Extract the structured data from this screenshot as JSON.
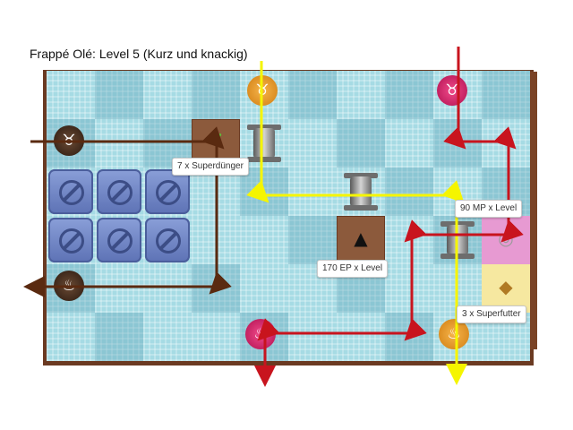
{
  "title": "Frappé Olé: Level 5 (Kurz und knackig)",
  "labels": {
    "fertilizer": "7 x Superdünger",
    "mp_per_level": "90 MP x Level",
    "ep_per_level": "170 EP x Level",
    "superfood": "3 x Superfutter"
  },
  "icons": {
    "cow_orange": "cow-icon",
    "cow_pink": "cow-icon",
    "cow_brown": "cow-icon",
    "frappe_brown": "frappe-icon",
    "frappe_pink": "frappe-icon",
    "frappe_orange": "frappe-icon",
    "plant": "sprout-icon",
    "grad_cap": "graduation-cap-icon",
    "coin": "coin-icon",
    "treasure": "feed-bag-icon"
  },
  "colors": {
    "yellow_path": "#f5f500",
    "red_path": "#c8141e",
    "brown_path": "#5a2a10",
    "board_frame": "#6b3a22"
  }
}
